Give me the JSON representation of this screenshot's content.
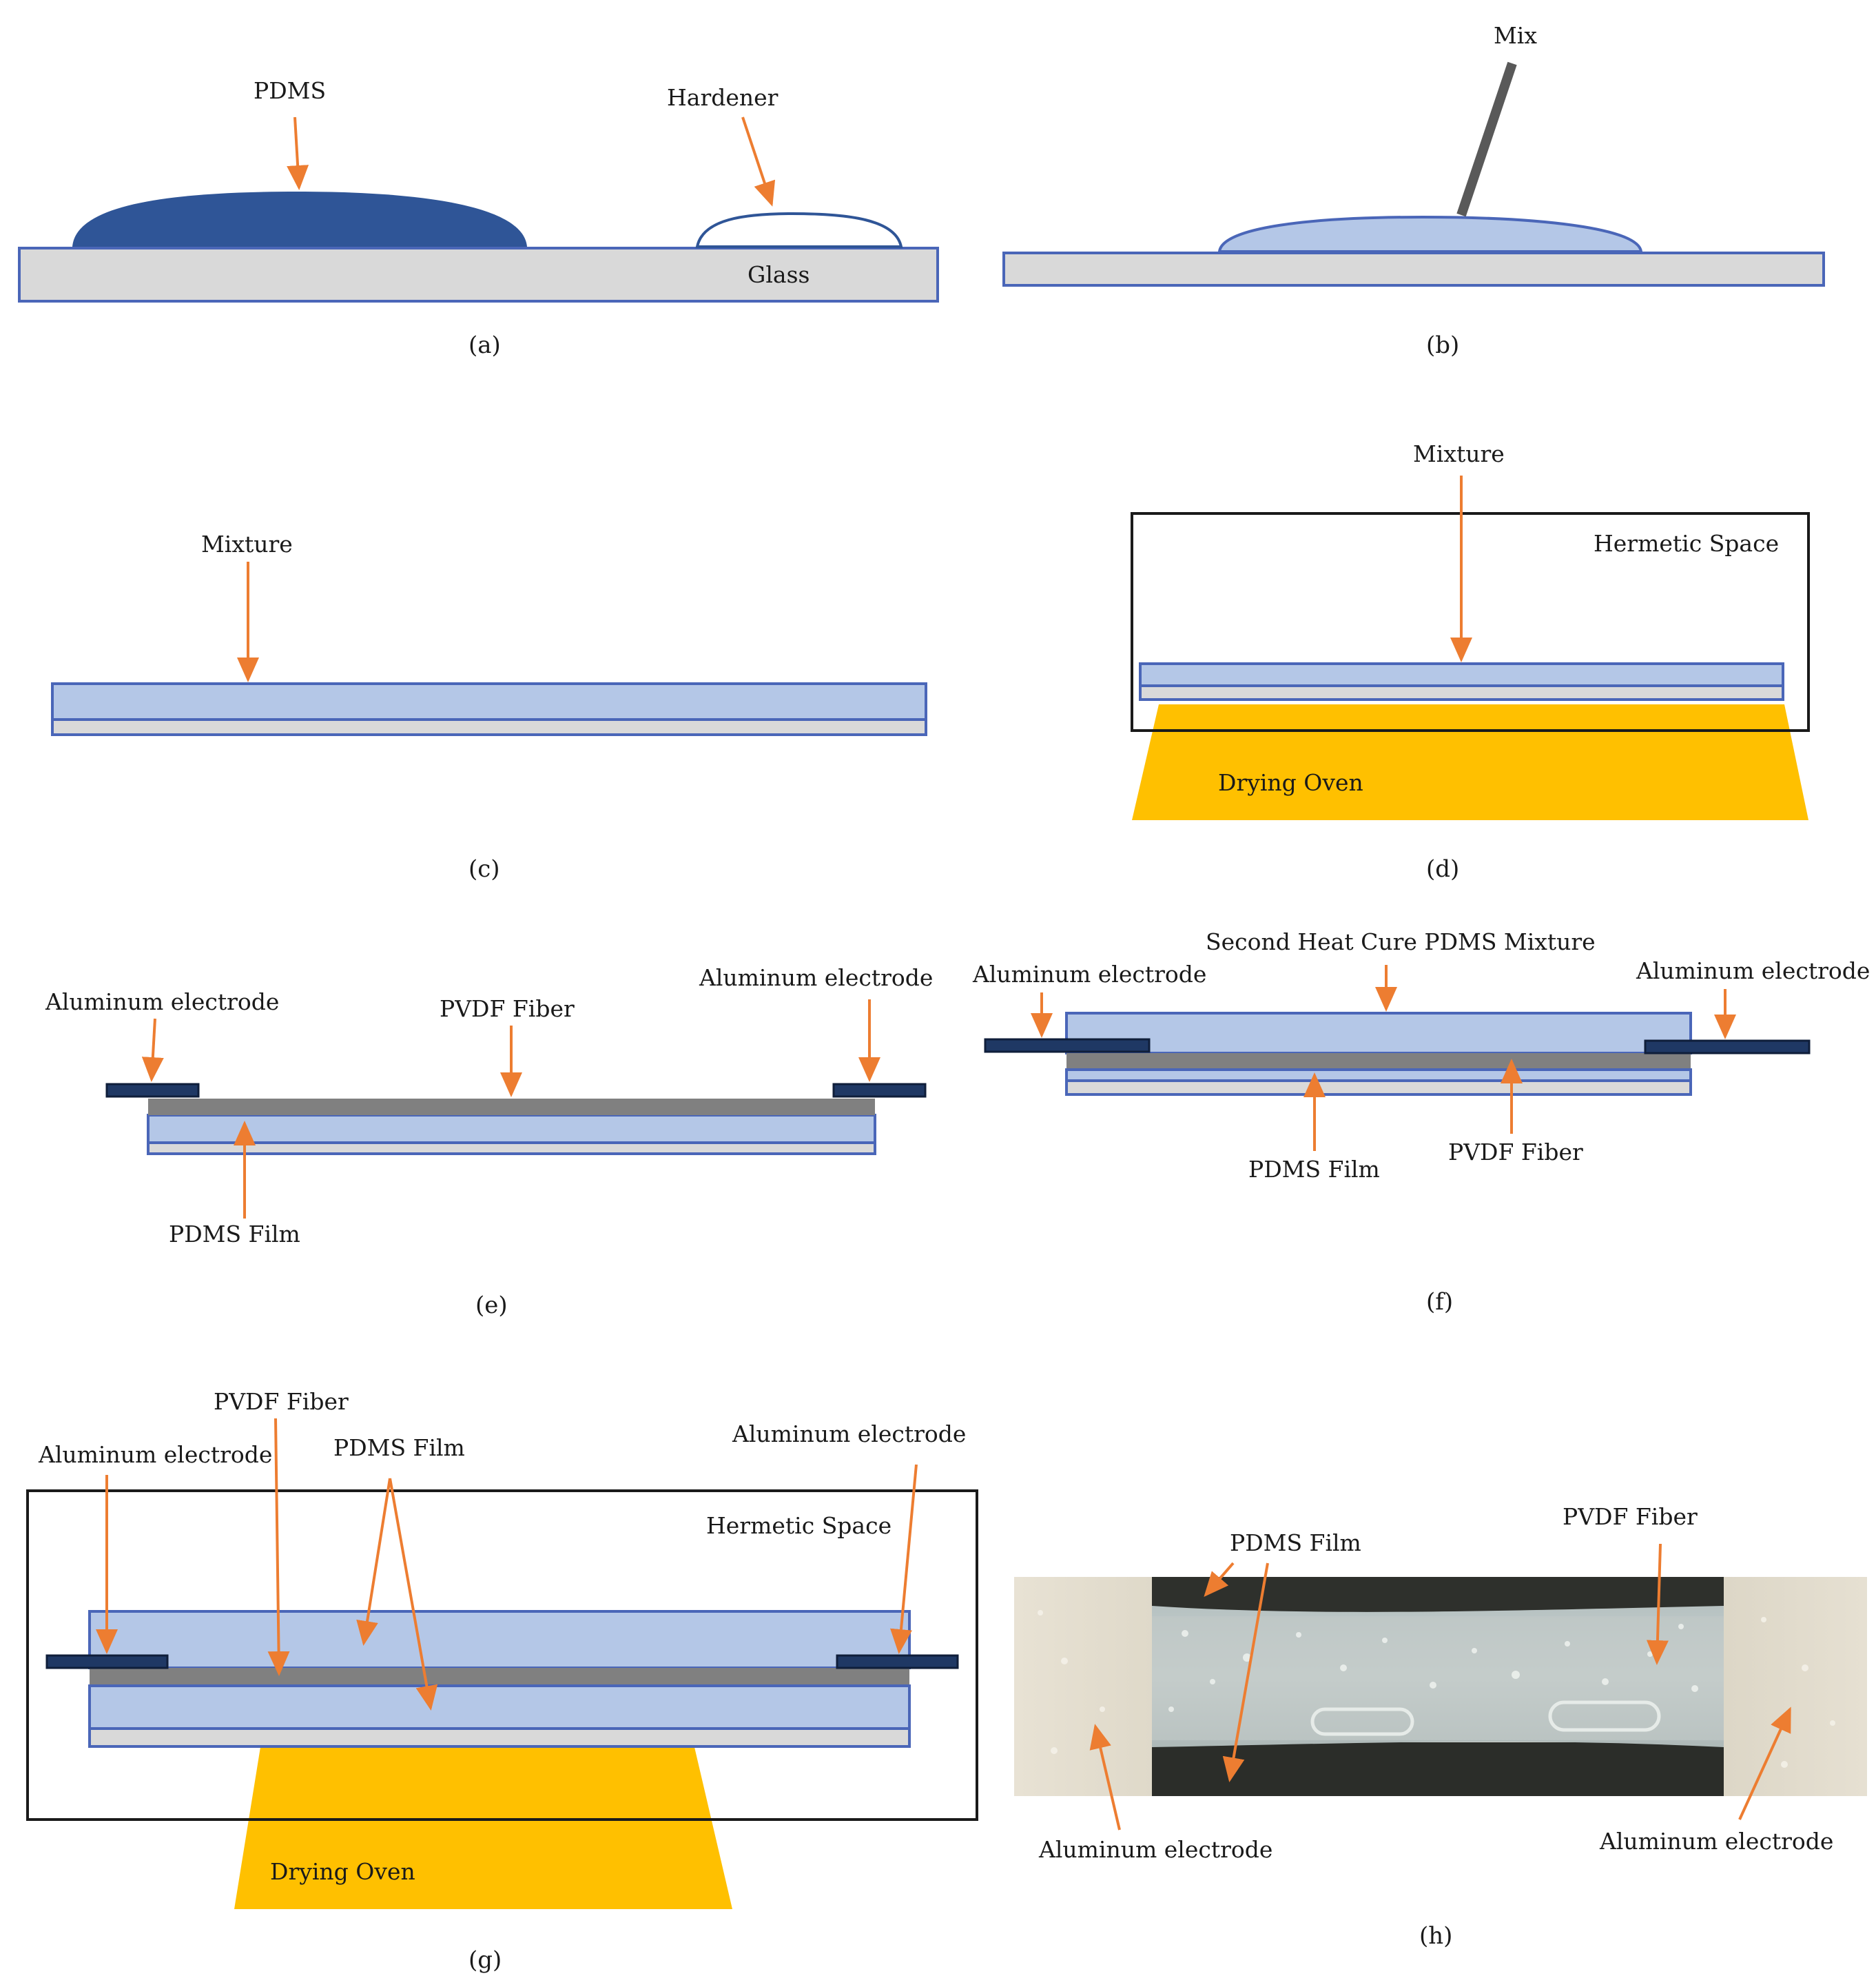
{
  "labels": {
    "a_pdms": "PDMS",
    "a_hardener": "Hardener",
    "a_glass": "Glass",
    "b_mix": "Mix",
    "c_mixture": "Mixture",
    "d_mixture": "Mixture",
    "d_hermetic": "Hermetic Space",
    "d_oven": "Drying Oven",
    "e_al_left": "Aluminum electrode",
    "e_pvdf": "PVDF Fiber",
    "e_al_right": "Aluminum electrode",
    "e_pdms_film": "PDMS Film",
    "f_second": "Second Heat Cure PDMS Mixture",
    "f_al_left": "Aluminum electrode",
    "f_al_right": "Aluminum electrode",
    "f_pdms_film": "PDMS Film",
    "f_pvdf": "PVDF Fiber",
    "g_pvdf": "PVDF Fiber",
    "g_al_left": "Aluminum electrode",
    "g_pdms_film": "PDMS Film",
    "g_al_right": "Aluminum electrode",
    "g_hermetic": "Hermetic Space",
    "g_oven": "Drying Oven",
    "h_pdms_film": "PDMS Film",
    "h_pvdf": "PVDF Fiber",
    "h_al_left": "Aluminum electrode",
    "h_al_right": "Aluminum electrode"
  },
  "captions": {
    "a": "(a)",
    "b": "(b)",
    "c": "(c)",
    "d": "(d)",
    "e": "(e)",
    "f": "(f)",
    "g": "(g)",
    "h": "(h)"
  },
  "colors": {
    "glass": "#d9d9d9",
    "outline": "#4a66b8",
    "pdms_dark": "#2f5597",
    "mixture": "#b4c7e7",
    "pvdf": "#808080",
    "electrode": "#1f3864",
    "oven": "#ffc000",
    "arrow": "#ed7d31",
    "mix_rod": "#595959"
  }
}
